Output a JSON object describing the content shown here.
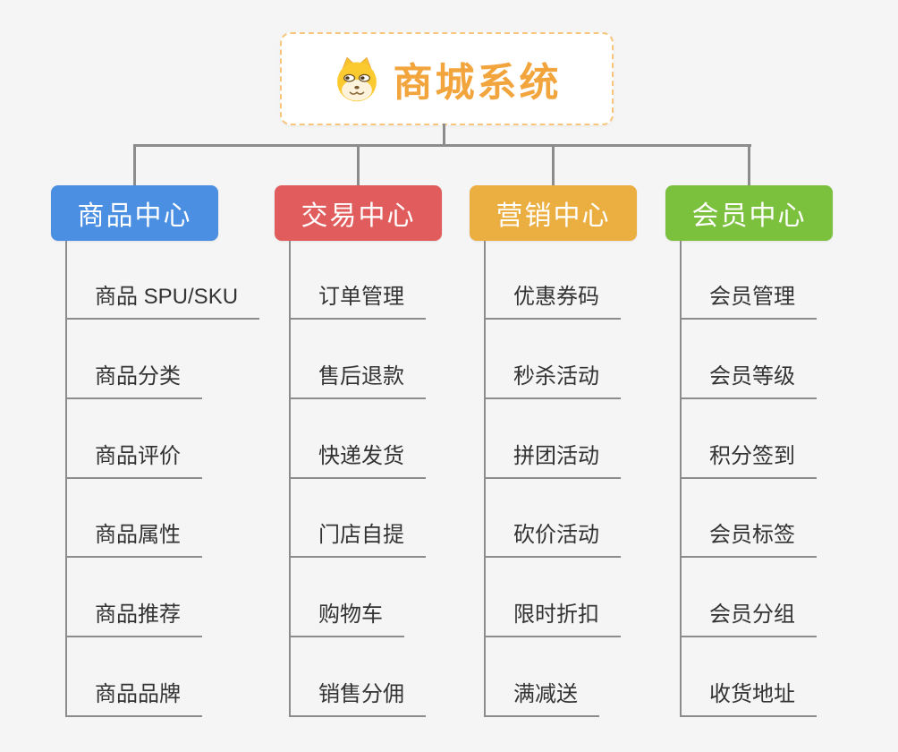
{
  "theme": {
    "background": "#f5f5f5",
    "connector_color": "#8c8c8c",
    "root_text_color": "#f2a43d",
    "root_border_color": "#f7c57c"
  },
  "root": {
    "title": "商城系统",
    "icon": "doge-face"
  },
  "branches": [
    {
      "label": "商品中心",
      "color": "#4a8fe2",
      "items": [
        "商品 SPU/SKU",
        "商品分类",
        "商品评价",
        "商品属性",
        "商品推荐",
        "商品品牌"
      ]
    },
    {
      "label": "交易中心",
      "color": "#e15c5c",
      "items": [
        "订单管理",
        "售后退款",
        "快递发货",
        "门店自提",
        "购物车",
        "销售分佣"
      ]
    },
    {
      "label": "营销中心",
      "color": "#ebae41",
      "items": [
        "优惠券码",
        "秒杀活动",
        "拼团活动",
        "砍价活动",
        "限时折扣",
        "满减送"
      ]
    },
    {
      "label": "会员中心",
      "color": "#7bc13d",
      "items": [
        "会员管理",
        "会员等级",
        "积分签到",
        "会员标签",
        "会员分组",
        "收货地址"
      ]
    }
  ]
}
